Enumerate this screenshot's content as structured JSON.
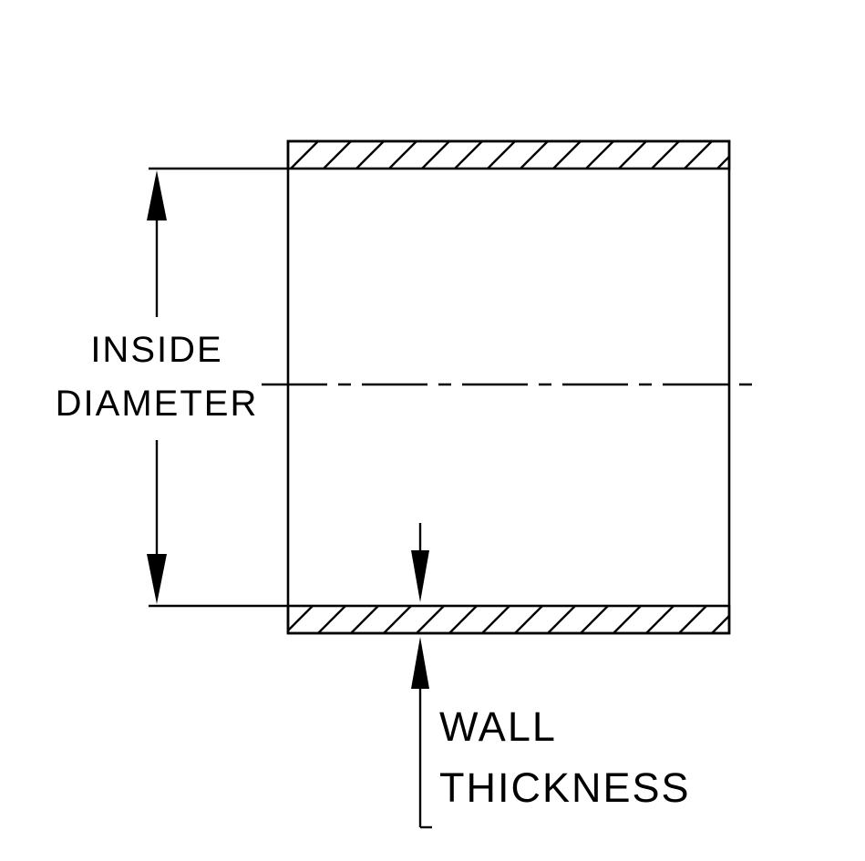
{
  "diagram": {
    "type": "technical-drawing",
    "subject": "tube cross-section with dimension callouts",
    "labels": {
      "inside_diameter_line1": "INSIDE",
      "inside_diameter_line2": "DIAMETER",
      "wall_thickness_line1": "WALL",
      "wall_thickness_line2": "THICKNESS"
    },
    "colors": {
      "line": "#000000",
      "background": "#ffffff"
    }
  }
}
